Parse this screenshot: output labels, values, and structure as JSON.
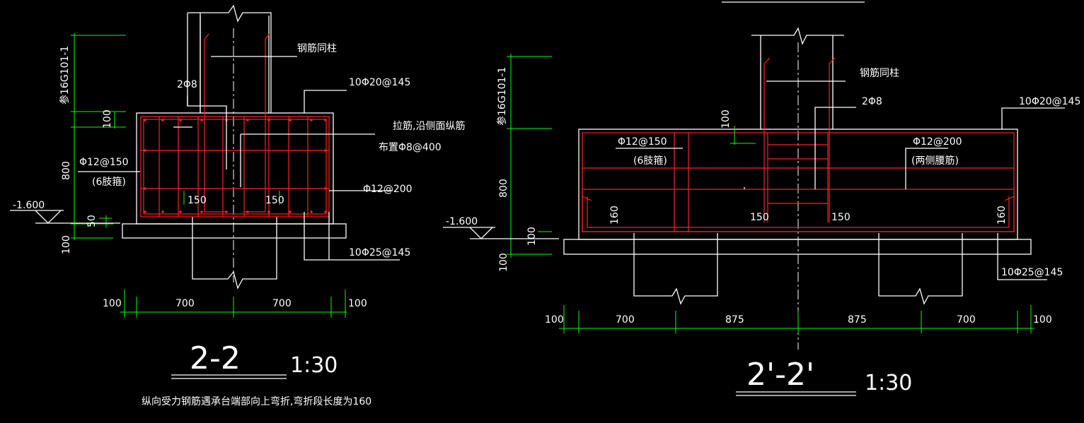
{
  "left": {
    "section_title": "2-2",
    "scale": "1:30",
    "note": "纵向受力钢筋遇承台端部向上弯折,弯折段长度为160",
    "ref": "参16G101-1",
    "label_column_rebar": "钢筋同柱",
    "label_2phi8": "2Φ8",
    "label_top_bars": "10Φ20@145",
    "label_tie": "拉筋,沿侧面纵筋",
    "label_tie2": "布置Φ8@400",
    "label_side_bars": "Φ12@150",
    "label_side_bars2": "(6肢箍)",
    "label_phi12_200": "Φ12@200",
    "label_bottom_bars": "10Φ25@145",
    "dim_150a": "150",
    "dim_150b": "150",
    "elev": "-1.600",
    "v_dim_100_top": "100",
    "v_dim_800": "800",
    "v_dim_50": "50",
    "v_dim_100_bot": "100",
    "h_dims": [
      "100",
      "700",
      "700",
      "100"
    ]
  },
  "right": {
    "section_title": "2'-2'",
    "scale": "1:30",
    "ref": "参16G101-1",
    "label_column_rebar": "钢筋同柱",
    "label_2phi8": "2Φ8",
    "label_top_bars": "10Φ20@145",
    "label_side_a": "Φ12@150",
    "label_side_a2": "(6肢箍)",
    "label_side_b": "Φ12@200",
    "label_side_b2": "(两侧腰筋)",
    "label_bottom_bars": "10Φ25@145",
    "dim_160a": "160",
    "dim_160b": "160",
    "dim_150a": "150",
    "dim_150b": "150",
    "elev": "-1.600",
    "v_dim_100_top": "100",
    "v_dim_800": "800",
    "v_dim_100_mid": "100",
    "v_dim_100_bot": "100",
    "h_dims": [
      "100",
      "700",
      "875",
      "875",
      "700",
      "100"
    ]
  }
}
